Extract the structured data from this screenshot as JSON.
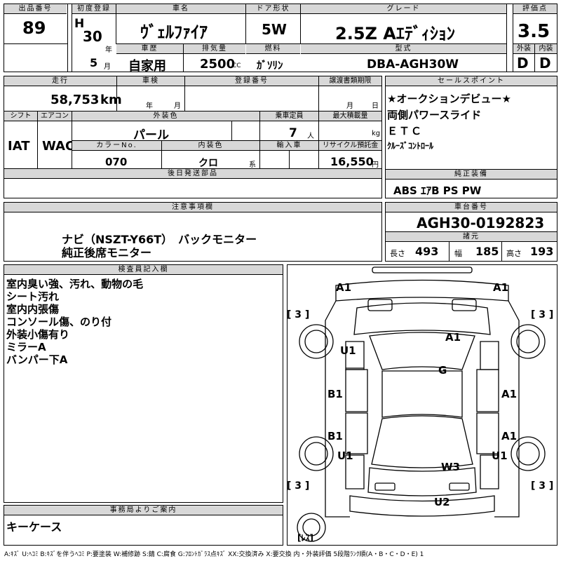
{
  "top": {
    "lot_label": "出品番号",
    "lot": "89",
    "first_reg_label": "初度登録",
    "era": "H",
    "year_num": "30",
    "year_unit": "年",
    "month": "5",
    "month_unit": "月",
    "car_name_label": "車名",
    "car_name": "ｳﾞｪﾙﾌｧｲｱ",
    "door_label": "ドア形状",
    "door": "5W",
    "grade_label": "グレード",
    "grade": "2.5Z Aｴﾃﾞｨｼｮﾝ",
    "score_label": "評価点",
    "score": "3.5",
    "history_label": "車歴",
    "history": "自家用",
    "displacement_label": "排気量",
    "displacement": "2500",
    "cc": "CC",
    "fuel_label": "燃料",
    "fuel": "ｶﾞｿﾘﾝ",
    "model_label": "型式",
    "model": "DBA-AGH30W",
    "ext_label": "外装",
    "ext": "D",
    "int_label": "内装",
    "int": "D"
  },
  "mid": {
    "mileage_label": "走行",
    "mileage": "58,753",
    "km": "km",
    "inspection_label": "車検",
    "year_unit": "年",
    "month_unit": "月",
    "plate_label": "登録番号",
    "transfer_label": "譲渡書類期限",
    "transfer_month": "月",
    "transfer_day": "日",
    "shift_label": "シフト",
    "shift": "IAT",
    "ac_label": "エアコン",
    "ac": "WAC",
    "color_label": "外装色",
    "color": "パール",
    "capacity_label": "乗車定員",
    "capacity": "7",
    "persons": "人",
    "max_load_label": "最大積載量",
    "kg": "kg",
    "color_no_label": "カラーNo.",
    "color_no": "070",
    "interior_color_label": "内装色",
    "interior_color": "クロ",
    "series": "系",
    "import_label": "輸入車",
    "recycle_label": "リサイクル預託金",
    "recycle": "16,550",
    "yen": "円",
    "later_parts_label": "後日発送部品"
  },
  "sales": {
    "label": "セールスポイント",
    "items": [
      "★オークションデビュー★",
      "両側パワースライド",
      "ＥＴＣ",
      "ｸﾙｰｽﾞｺﾝﾄﾛｰﾙ"
    ]
  },
  "equip": {
    "label": "純正装備",
    "value": "ABS ｴｱB PS PW"
  },
  "notes": {
    "label": "注意事項欄",
    "lines": [
      "ナビ（NSZT-Y66T）　バックモニター",
      "純正後席モニター"
    ]
  },
  "chassis": {
    "label": "車台番号",
    "value": "AGH30-0192823",
    "dims_label": "諸元",
    "length_label": "長さ",
    "length": "493",
    "width_label": "幅",
    "width": "185",
    "height_label": "高さ",
    "height": "193"
  },
  "inspector": {
    "label": "検査員記入欄",
    "lines": [
      "室内臭い強、汚れ、動物の毛",
      "シート汚れ",
      "室内内張傷",
      "コンソール傷、のり付",
      "外装小傷有り",
      "ミラーA",
      "バンパー下A"
    ]
  },
  "office": {
    "label": "事務局よりご案内",
    "text": "キーケース"
  },
  "diagram": {
    "marks": {
      "front_left": "A1",
      "front_right": "A1",
      "hood": "A1",
      "roof": "G",
      "left_front_fender": "U1",
      "left_front_door": "B1",
      "left_rear_door": "B1",
      "left_rear_fender": "U1",
      "right_front_door": "A1",
      "right_rear_door": "A1",
      "right_rear_fender": "U1",
      "rear_glass": "W3",
      "rear_bumper": "U2"
    },
    "tires": [
      "[ 3 ]",
      "[ 3 ]",
      "[ 3 ]",
      "[ 3 ]"
    ],
    "spare": "[ﾚｽ]"
  },
  "legend": "A:ｷｽﾞ U:ﾍｺﾐ B:ｷｽﾞを伴うﾍｺﾐ P:要塗装 W:補修跡 S:錆 C:腐食 G:ﾌﾛﾝﾄｶﾞﾗｽ点ｷｽﾞ XX:交換済み X:要交換 内・外装評価 5段階ﾗﾝｸ順(A・B・C・D・E) 1"
}
